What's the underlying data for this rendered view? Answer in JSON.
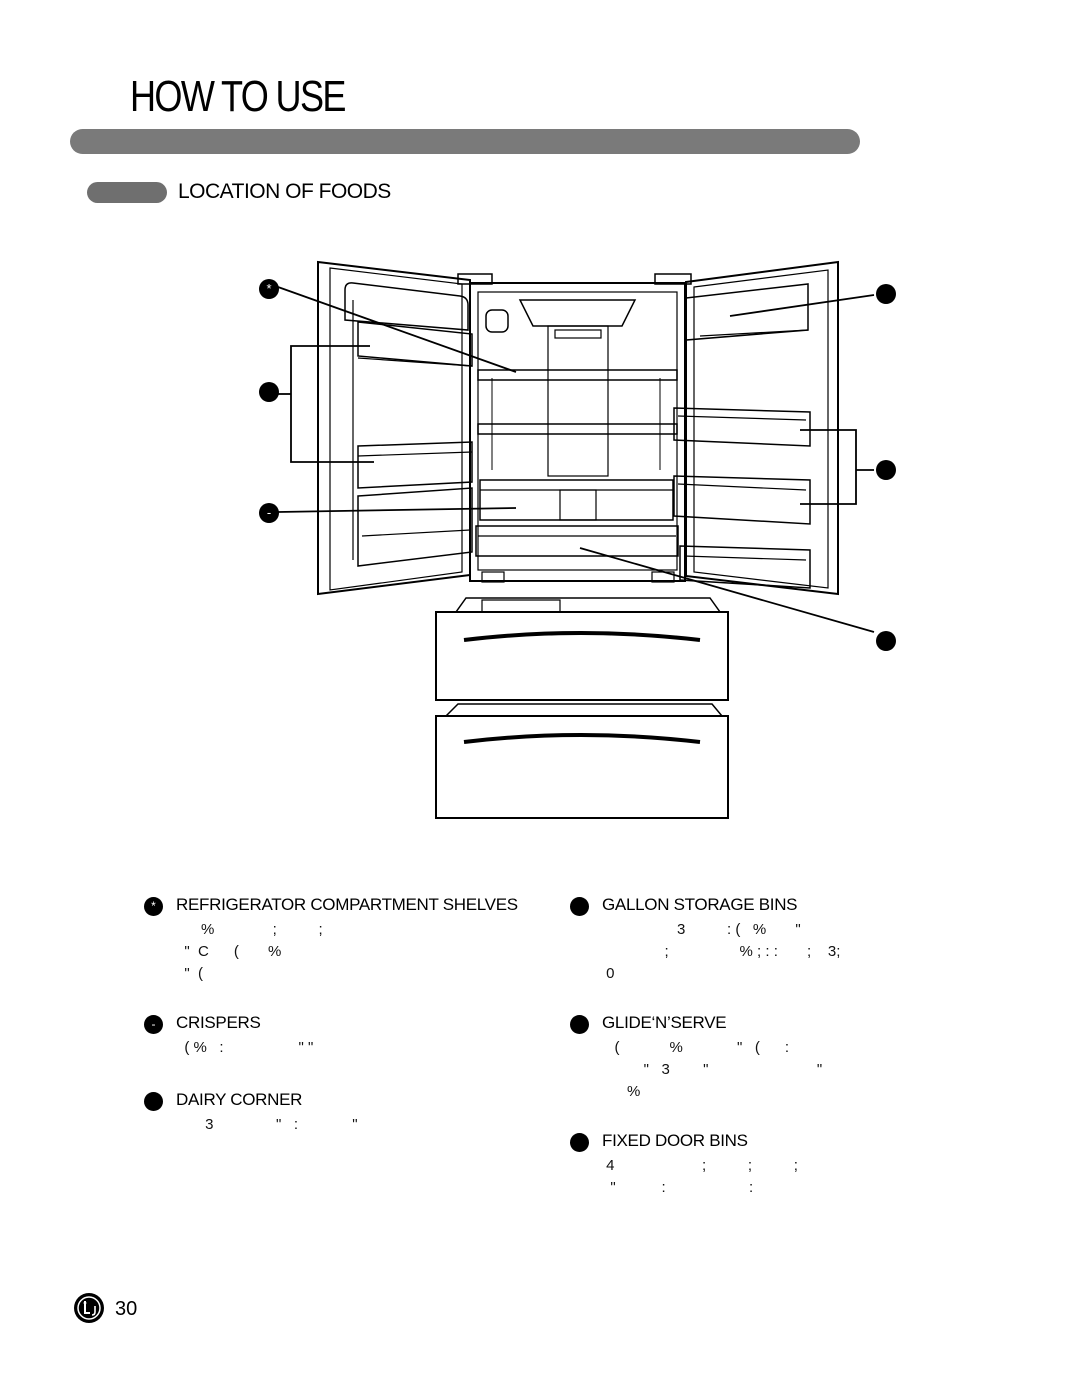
{
  "header": {
    "title": "HOW TO USE",
    "section_title": "LOCATION OF FOODS"
  },
  "diagram": {
    "callouts": {
      "shelves": "*",
      "crispers": "-"
    }
  },
  "legend": {
    "shelves": {
      "bullet": "*",
      "title": "REFRIGERATOR COMPARTMENT SHELVES",
      "body": "      %              ;          ;\n  \"  C      (       %\n  \"  ("
    },
    "crispers": {
      "bullet": "-",
      "title": "CRISPERS",
      "body": "  ( %   :                  \" \""
    },
    "dairy": {
      "bullet": "",
      "title": "DAIRY CORNER",
      "body": "       3               \"   :             \""
    },
    "gallon": {
      "bullet": "",
      "title": "GALLON STORAGE BINS",
      "body": "                  3          : (   %       \"\n               ;                 % ; : :       ;    3;\n 0"
    },
    "glide": {
      "bullet": "",
      "title": "GLIDE‘N’SERVE",
      "body": "   (            %             \"   (      :\n          \"   3        \"                          \"\n      %"
    },
    "fixed": {
      "bullet": "",
      "title": "FIXED DOOR BINS",
      "body": " 4                     ;          ;          ;\n  \"           :                    :"
    }
  },
  "footer": {
    "brand": "LG",
    "page_number": "30"
  },
  "colors": {
    "bar": "#7a7a7a",
    "ink": "#000000"
  }
}
